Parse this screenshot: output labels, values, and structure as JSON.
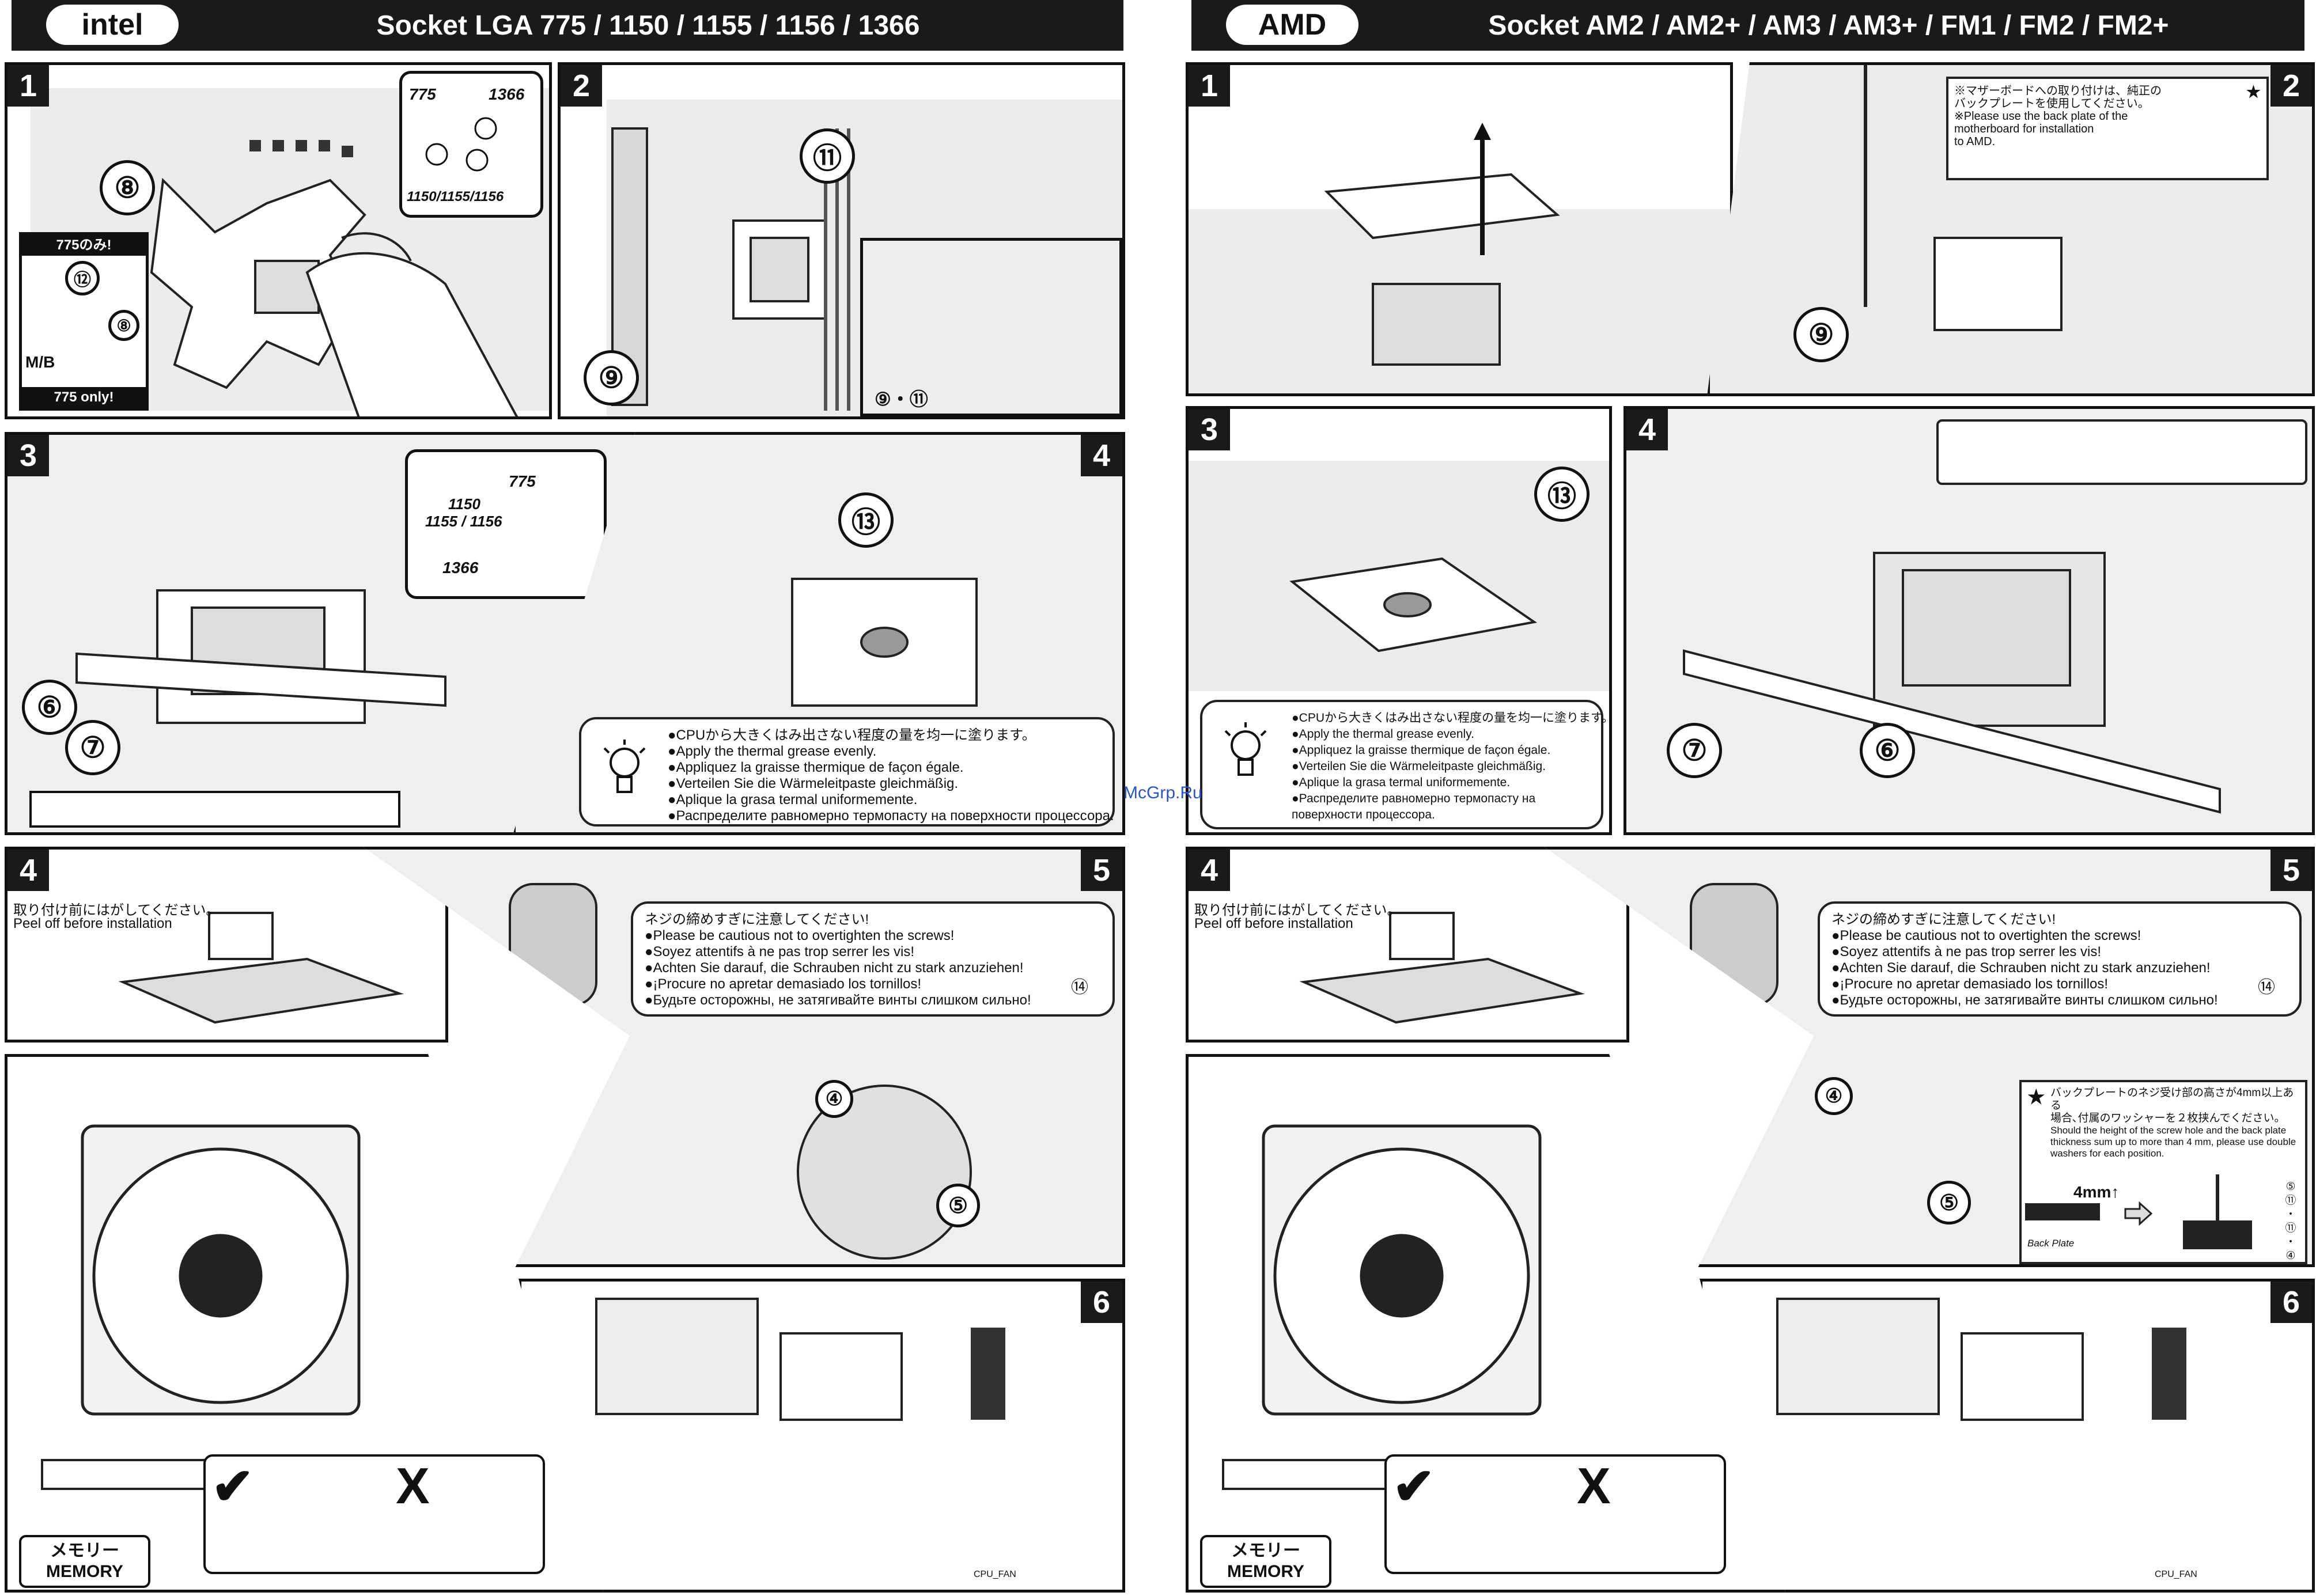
{
  "watermark": "McGrp.Ru",
  "intel": {
    "brand": "intel",
    "socket": "Socket LGA 775 / 1150 / 1155 / 1156 / 1366",
    "p1": {
      "step": "1",
      "badge8": "⑧",
      "badge12": "⑫",
      "badge8b": "⑧",
      "s775": "775",
      "s1366": "1366",
      "s115x": "1150/1155/1156",
      "only_jp": "775のみ!",
      "only_en": "775 only!",
      "mb": "M/B"
    },
    "p2": {
      "step": "2",
      "badge11": "⑪",
      "badge9": "⑨",
      "badge911": "⑨・⑪"
    },
    "p3": {
      "step": "3",
      "s115x_a": "1150",
      "s115x_b": "1155 / 1156",
      "s775": "775",
      "s1366": "1366",
      "badge6": "⑥",
      "badge7": "⑦"
    },
    "p4": {
      "step": "4",
      "badge13": "⑬"
    },
    "grease_note": [
      "●CPUから大きくはみ出さない程度の量を均一に塗ります。",
      "●Apply the thermal grease evenly.",
      "●Appliquez la graisse thermique de façon égale.",
      "●Verteilen Sie die Wärmeleitpaste gleichmäßig.",
      "●Aplique la grasa termal uniformemente.",
      "●Распределите равномерно термопасту на поверхности процессора."
    ],
    "peel": {
      "step": "4",
      "jp": "取り付け前にはがしてください。",
      "en": "Peel off before installation"
    },
    "p5": {
      "step": "5",
      "badge4": "④",
      "badge5": "⑤",
      "badge14": "⑭"
    },
    "screw_note": [
      "ネジの締めすぎに注意してください!",
      "●Please be cautious not to overtighten the screws!",
      "●Soyez attentifs à ne pas trop serrer les vis!",
      "●Achten Sie darauf, die Schrauben nicht zu stark anzuziehen!",
      "●¡Procure no apretar demasiado los tornillos!",
      "●Будьте осторожны, не затягивайте винты слишком сильно!"
    ],
    "p6": {
      "step": "6",
      "cpu_fan": "CPU_FAN"
    },
    "memory": {
      "jp": "メモリー",
      "en": "MEMORY"
    },
    "check": "✔",
    "cross": "X",
    "mini_mem": "メモリー MEMORY"
  },
  "amd": {
    "brand": "AMD",
    "socket": "Socket AM2 / AM2+ / AM3 / AM3+ / FM1 / FM2 / FM2+",
    "p1": {
      "step": "1"
    },
    "p2": {
      "step": "2",
      "badge9": "⑨",
      "star": "★",
      "note": [
        "※マザーボードへの取り付けは、純正の",
        "バックプレートを使用してください。",
        "※Please use the back plate of the",
        "motherboard for installation",
        "to AMD."
      ]
    },
    "p3": {
      "step": "3",
      "badge13": "⑬"
    },
    "p4": {
      "step": "4",
      "badge7": "⑦",
      "badge6": "⑥"
    },
    "grease_note": [
      "●CPUから大きくはみ出さない程度の量を均一に塗ります。",
      "●Apply the thermal grease evenly.",
      "●Appliquez la graisse thermique de façon égale.",
      "●Verteilen Sie die Wärmeleitpaste gleichmäßig.",
      "●Aplique la grasa termal uniformemente.",
      "●Распределите равномерно термопасту на",
      "поверхности процессора."
    ],
    "peel": {
      "step": "4",
      "jp": "取り付け前にはがしてください。",
      "en": "Peel off before installation"
    },
    "p5": {
      "step": "5",
      "badge4": "④",
      "badge5": "⑤",
      "badge14": "⑭"
    },
    "screw_note": [
      "ネジの締めすぎに注意してください!",
      "●Please be cautious not to overtighten the screws!",
      "●Soyez attentifs à ne pas trop serrer les vis!",
      "●Achten Sie darauf, die Schrauben nicht zu stark anzuziehen!",
      "●¡Procure no apretar demasiado los tornillos!",
      "●Будьте осторожны, не затягивайте винты слишком сильно!"
    ],
    "washer": {
      "star": "★",
      "jp1": "バックプレートのネジ受け部の高さが4mm以上ある",
      "jp2": "場合､付属のワッシャーを２枚挟んでください。",
      "en1": "Should the height of the screw hole and the back plate",
      "en2": "thickness sum up to more than 4 mm, please use double",
      "en3": "washers for each position.",
      "dim": "4mm↑",
      "back_plate": "Back Plate",
      "parts": [
        "⑤",
        "⑪",
        "・",
        "⑪",
        "・",
        "④"
      ]
    },
    "p6": {
      "step": "6",
      "cpu_fan": "CPU_FAN"
    },
    "memory": {
      "jp": "メモリー",
      "en": "MEMORY"
    },
    "check": "✔",
    "cross": "X"
  }
}
